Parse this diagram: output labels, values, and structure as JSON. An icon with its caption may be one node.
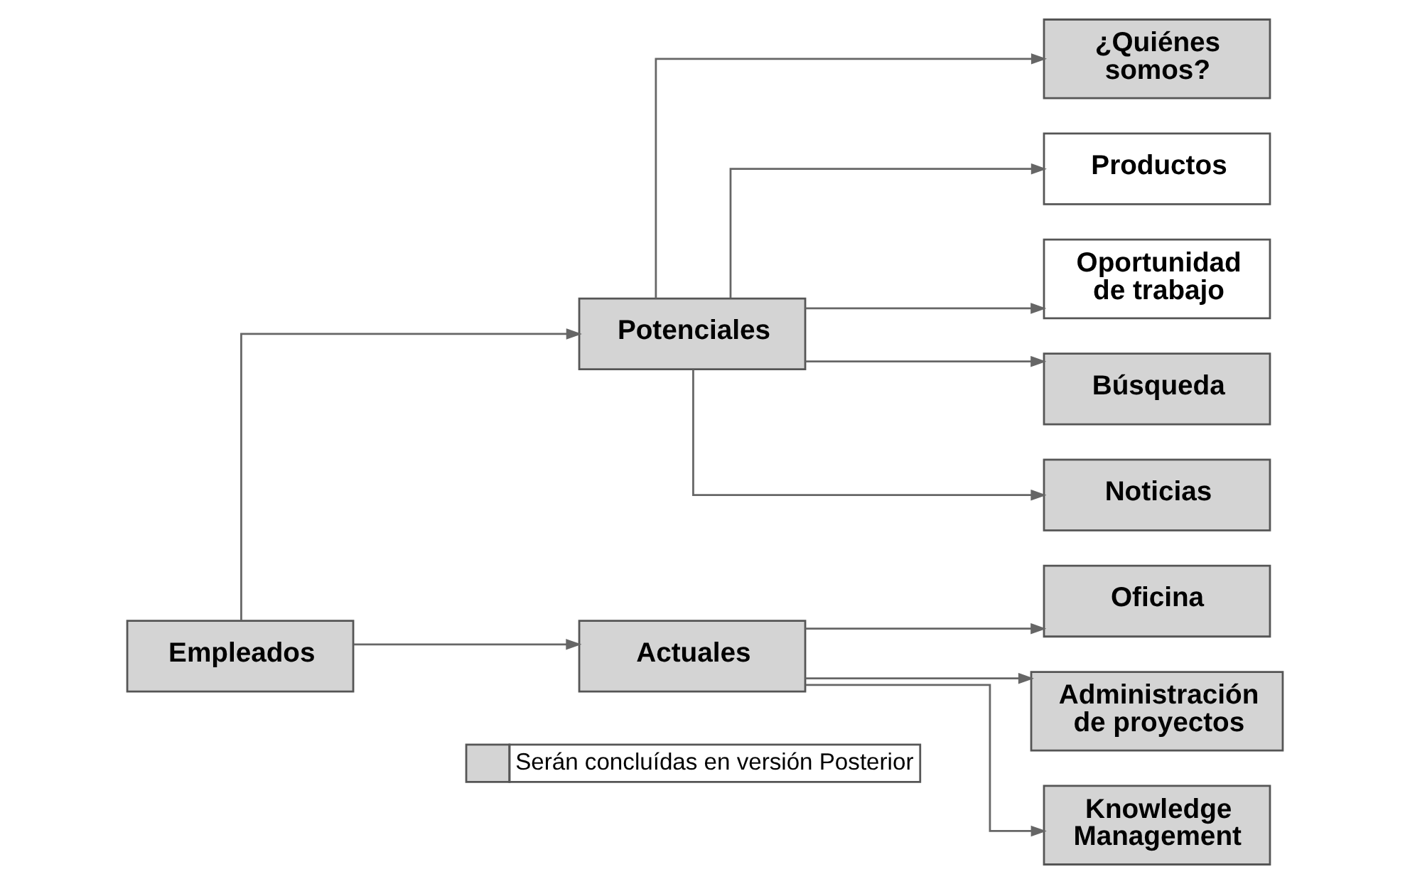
{
  "diagram": {
    "nodes": [
      {
        "text": [
          "Empleados"
        ]
      },
      {
        "text": [
          "Potenciales"
        ]
      },
      {
        "text": [
          "¿Quiénes somos?"
        ]
      },
      {
        "text": [
          "Productos"
        ]
      },
      {
        "text": [
          "Oportunidad de trabajo"
        ]
      },
      {
        "text": [
          "Búsqueda"
        ]
      },
      {
        "text": [
          "Noticias"
        ]
      },
      {
        "text": [
          "Actuales"
        ]
      },
      {
        "text": [
          "Oficina"
        ]
      },
      {
        "text": [
          "Administración de proyectos"
        ]
      },
      {
        "text": [
          "Knowledge Management"
        ]
      }
    ],
    "edges": [
      {
        "from": 0,
        "to": 1,
        "arrow": "to"
      },
      {
        "from": 0,
        "to": 7,
        "arrow": "to"
      },
      {
        "from": 1,
        "to": 2,
        "arrow": "to"
      },
      {
        "from": 1,
        "to": 3,
        "arrow": "to"
      },
      {
        "from": 1,
        "to": 4,
        "arrow": "to"
      },
      {
        "from": 1,
        "to": 5,
        "arrow": "to"
      },
      {
        "from": 1,
        "to": 6,
        "arrow": "to"
      },
      {
        "from": 7,
        "to": 8,
        "arrow": "to"
      },
      {
        "from": 7,
        "to": 9,
        "arrow": "to"
      },
      {
        "from": 7,
        "to": 10,
        "arrow": "to"
      }
    ],
    "legend": [
      {
        "text": "Serán concluídas en versión Posterior",
        "color": "#d4d4d4"
      }
    ]
  }
}
